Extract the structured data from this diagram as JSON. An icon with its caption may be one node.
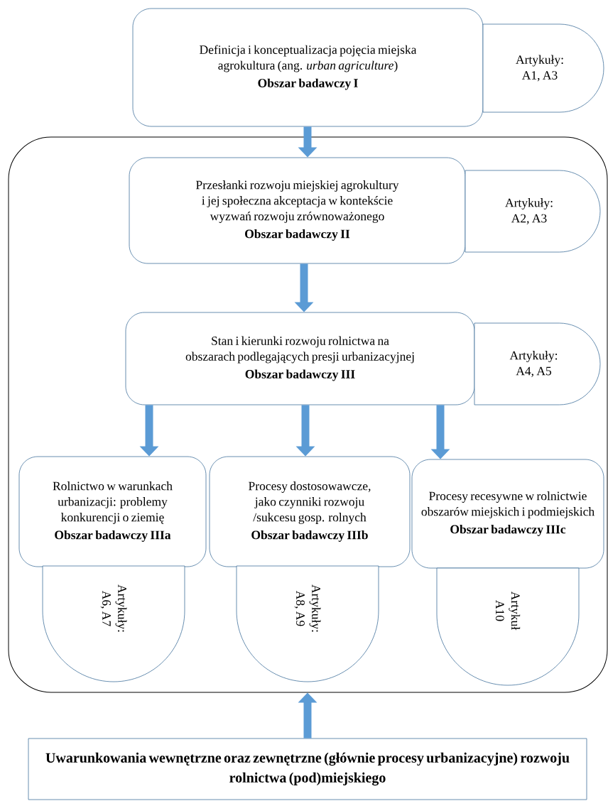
{
  "diagram": {
    "nodes": [
      {
        "text": [
          "Definicja i konceptualizacja pojęcia miejska agrokultura (ang. *urban agriculture*)",
          "Obszar badawczy I"
        ]
      },
      {
        "text": [
          "Artykuły: A1, A3"
        ]
      },
      {
        "text": [],
        "shape": "box"
      },
      {
        "text": [
          "Przesłanki rozwoju miejskiej agrokultury i jej społeczna akceptacja w kontekście wyzwań rozwoju zrównoważonego",
          "Obszar badawczy II"
        ],
        "in": 2
      },
      {
        "text": [
          "Artykuły: A2, A3"
        ],
        "in": 2
      },
      {
        "text": [
          "Stan i kierunki rozwoju rolnictwa na obszarach podlegających presji urbanizacyjnej",
          "Obszar badawczy III"
        ],
        "in": 2
      },
      {
        "text": [
          "Artykuły: A4, A5"
        ],
        "in": 2
      },
      {
        "text": [
          "Rolnictwo w warunkach urbanizacji: problemy konkurencji o ziemię",
          "Obszar badawczy IIIa"
        ],
        "in": 2
      },
      {
        "text": [
          "Artykuły: A6, A7"
        ],
        "in": 2
      },
      {
        "text": [
          "Procesy  dostosowawcze, jako czynniki rozwoju /sukcesu gosp. rolnych",
          "Obszar badawczy IIIb"
        ],
        "in": 2
      },
      {
        "text": [
          "Artykuły: A8, A9"
        ],
        "in": 2
      },
      {
        "text": [
          "Procesy recesywne w rolnictwie obszarów miejskich i podmiejskich",
          "Obszar badawczy IIIc"
        ],
        "in": 2
      },
      {
        "text": [
          "Artykuł A10"
        ],
        "in": 2
      },
      {
        "text": [
          "Uwarunkowania wewnętrzne oraz zewnętrzne (głównie procesy urbanizacyjne) rozwoju rolnictwa (pod)miejskiego"
        ]
      }
    ],
    "edges": [
      {
        "from": 0,
        "to": 3,
        "arrow": "to"
      },
      {
        "from": 3,
        "to": 5,
        "arrow": "to"
      },
      {
        "from": 5,
        "to": 7,
        "arrow": "to"
      },
      {
        "from": 5,
        "to": 9,
        "arrow": "to"
      },
      {
        "from": 5,
        "to": 11,
        "arrow": "to"
      },
      {
        "from": 13,
        "to": 2,
        "arrow": "to"
      }
    ]
  }
}
